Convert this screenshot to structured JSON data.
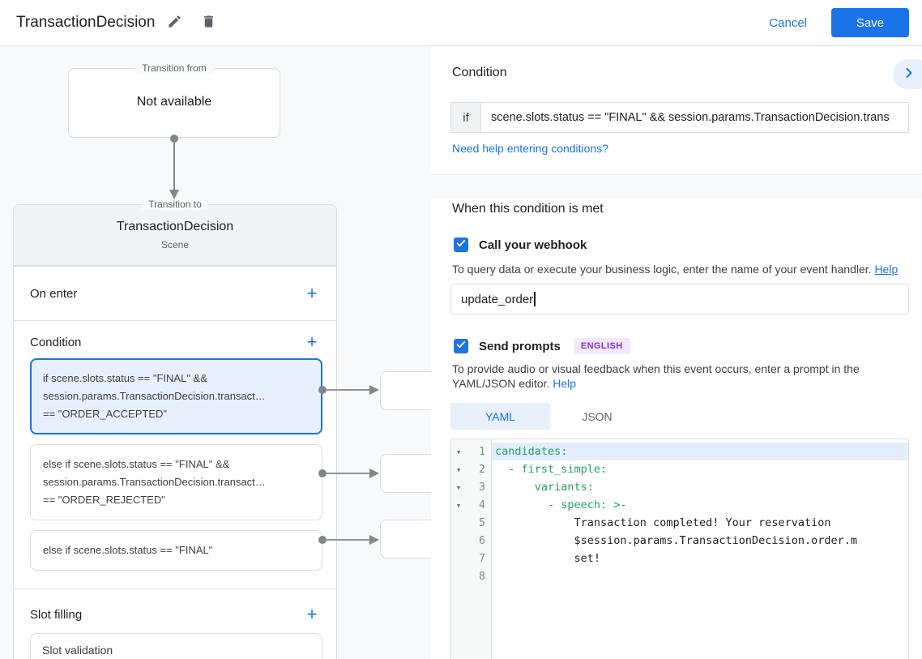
{
  "header": {
    "title": "TransactionDecision",
    "cancel_label": "Cancel",
    "save_label": "Save"
  },
  "diagram": {
    "add_label": "+",
    "transition_from_label": "Transition from",
    "transition_from_value": "Not available",
    "transition_to_label": "Transition to",
    "scene_name": "TransactionDecision",
    "scene_type": "Scene",
    "on_enter_title": "On enter",
    "condition_title": "Condition",
    "conditions": [
      {
        "text": "if scene.slots.status == \"FINAL\" &&\nsession.params.TransactionDecision.transact…\n== \"ORDER_ACCEPTED\""
      },
      {
        "text": "else if scene.slots.status == \"FINAL\" &&\nsession.params.TransactionDecision.transact…\n== \"ORDER_REJECTED\""
      },
      {
        "text": "else if scene.slots.status == \"FINAL\""
      }
    ],
    "slot_filling_title": "Slot filling",
    "slot_item": "Slot validation"
  },
  "panel": {
    "title": "Condition",
    "if_label": "if",
    "if_value": "scene.slots.status == \"FINAL\" && session.params.TransactionDecision.trans",
    "help_link": "Need help entering conditions?",
    "when_met_title": "When this condition is met",
    "webhook": {
      "label": "Call your webhook",
      "helper": "To query data or execute your business logic, enter the name of your event handler. ",
      "helper_link": "Help",
      "value": "update_order"
    },
    "prompts": {
      "label": "Send prompts",
      "badge": "ENGLISH",
      "helper": "To provide audio or visual feedback when this event occurs, enter a prompt in the YAML/JSON editor. ",
      "helper_link": "Help"
    },
    "tabs": {
      "yaml": "YAML",
      "json": "JSON"
    },
    "editor": {
      "lines": [
        {
          "n": "1",
          "text": "candidates:"
        },
        {
          "n": "2",
          "text": "  - first_simple:"
        },
        {
          "n": "3",
          "text": "      variants:"
        },
        {
          "n": "4",
          "text": "        - speech: >-"
        },
        {
          "n": "5",
          "text": "            Transaction completed! Your reservation"
        },
        {
          "n": "6",
          "text": "            $session.params.TransactionDecision.order.m"
        },
        {
          "n": "7",
          "text": "            set!"
        },
        {
          "n": "8",
          "text": ""
        }
      ]
    }
  },
  "colors": {
    "accent_blue": "#1a73e8",
    "selected_fill": "#e8f0fe",
    "panel_gray": "#f8f9fa",
    "badge_bg": "#f3e8fd",
    "badge_text": "#8430ce",
    "code_key_green": "#23a35c"
  }
}
